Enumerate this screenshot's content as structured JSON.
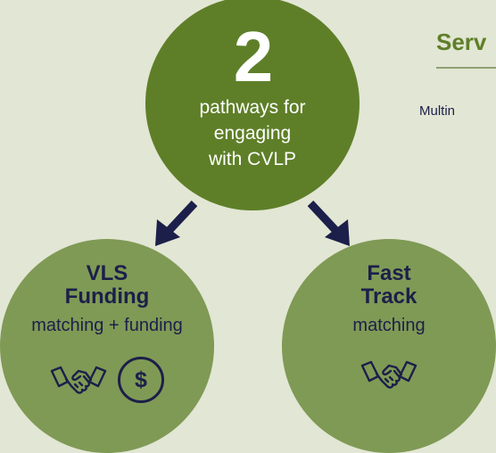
{
  "top_circle": {
    "number": "2",
    "line1": "pathways for",
    "line2": "engaging",
    "line3": "with CVLP"
  },
  "left_circle": {
    "title_line1": "VLS",
    "title_line2": "Funding",
    "description": "matching + funding",
    "icons": [
      "handshake-icon",
      "dollar-icon"
    ],
    "dollar_symbol": "$"
  },
  "right_circle": {
    "title_line1": "Fast",
    "title_line2": "Track",
    "description": "matching",
    "icons": [
      "handshake-icon"
    ]
  },
  "side_panel": {
    "heading": "Serv",
    "text": "Multin"
  },
  "colors": {
    "background": "#e2e6d4",
    "top_circle": "#5e7f28",
    "bottom_circles": "#7f9a55",
    "navy": "#1c1f4a",
    "heading": "#5e7f28"
  }
}
